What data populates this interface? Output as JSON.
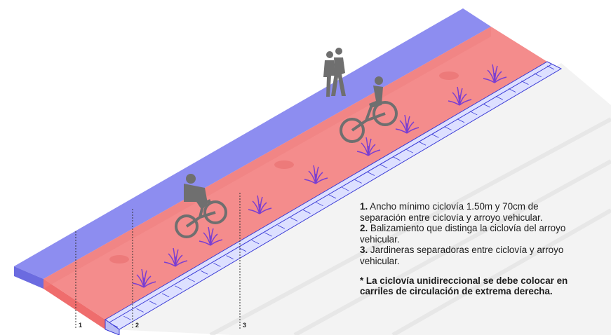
{
  "markers": [
    "1",
    "2",
    "3"
  ],
  "notes": [
    {
      "num": "1.",
      "text": " Ancho mínimo ciclovía 1.50m y 70cm de",
      "text2": "separación entre ciclovía y arroyo vehicular."
    },
    {
      "num": "2.",
      "text": " Balizamiento que distinga la ciclovía del arroyo",
      "text2": "vehicular."
    },
    {
      "num": "3.",
      "text": " Jardineras separadoras entre ciclovía y arroyo",
      "text2": "vehicular."
    }
  ],
  "warning": {
    "line1": "* La ciclovía unidireccional se debe colocar en",
    "line2": "carriles de circulación de extrema derecha."
  },
  "colors": {
    "sidewalk": "#8d8df0",
    "sidewalk_side": "#6b6be0",
    "bikelane": "#f48c8c",
    "bikelane_side": "#ef6d6d",
    "curb": "#dde0ff",
    "curb_line": "#3b3bd6",
    "plant": "#7b3fd1",
    "figure": "#6f6f6f",
    "text": "#1c1c1c"
  },
  "icons": [
    "pedestrian-icon",
    "cyclist-icon",
    "plant-icon"
  ]
}
